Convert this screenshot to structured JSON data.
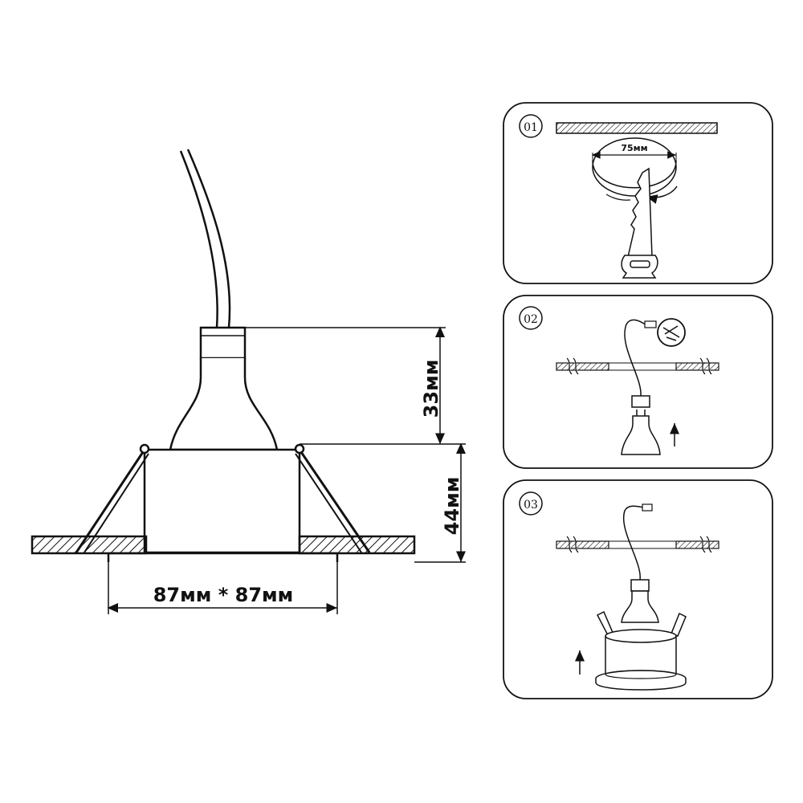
{
  "main_dimensions": {
    "height_top": "33мм",
    "height_bottom": "44мм",
    "width": "87мм * 87мм"
  },
  "steps": [
    {
      "number": "01",
      "label": "75мм"
    },
    {
      "number": "02"
    },
    {
      "number": "03"
    }
  ],
  "colors": {
    "stroke": "#111111",
    "background": "#ffffff"
  }
}
